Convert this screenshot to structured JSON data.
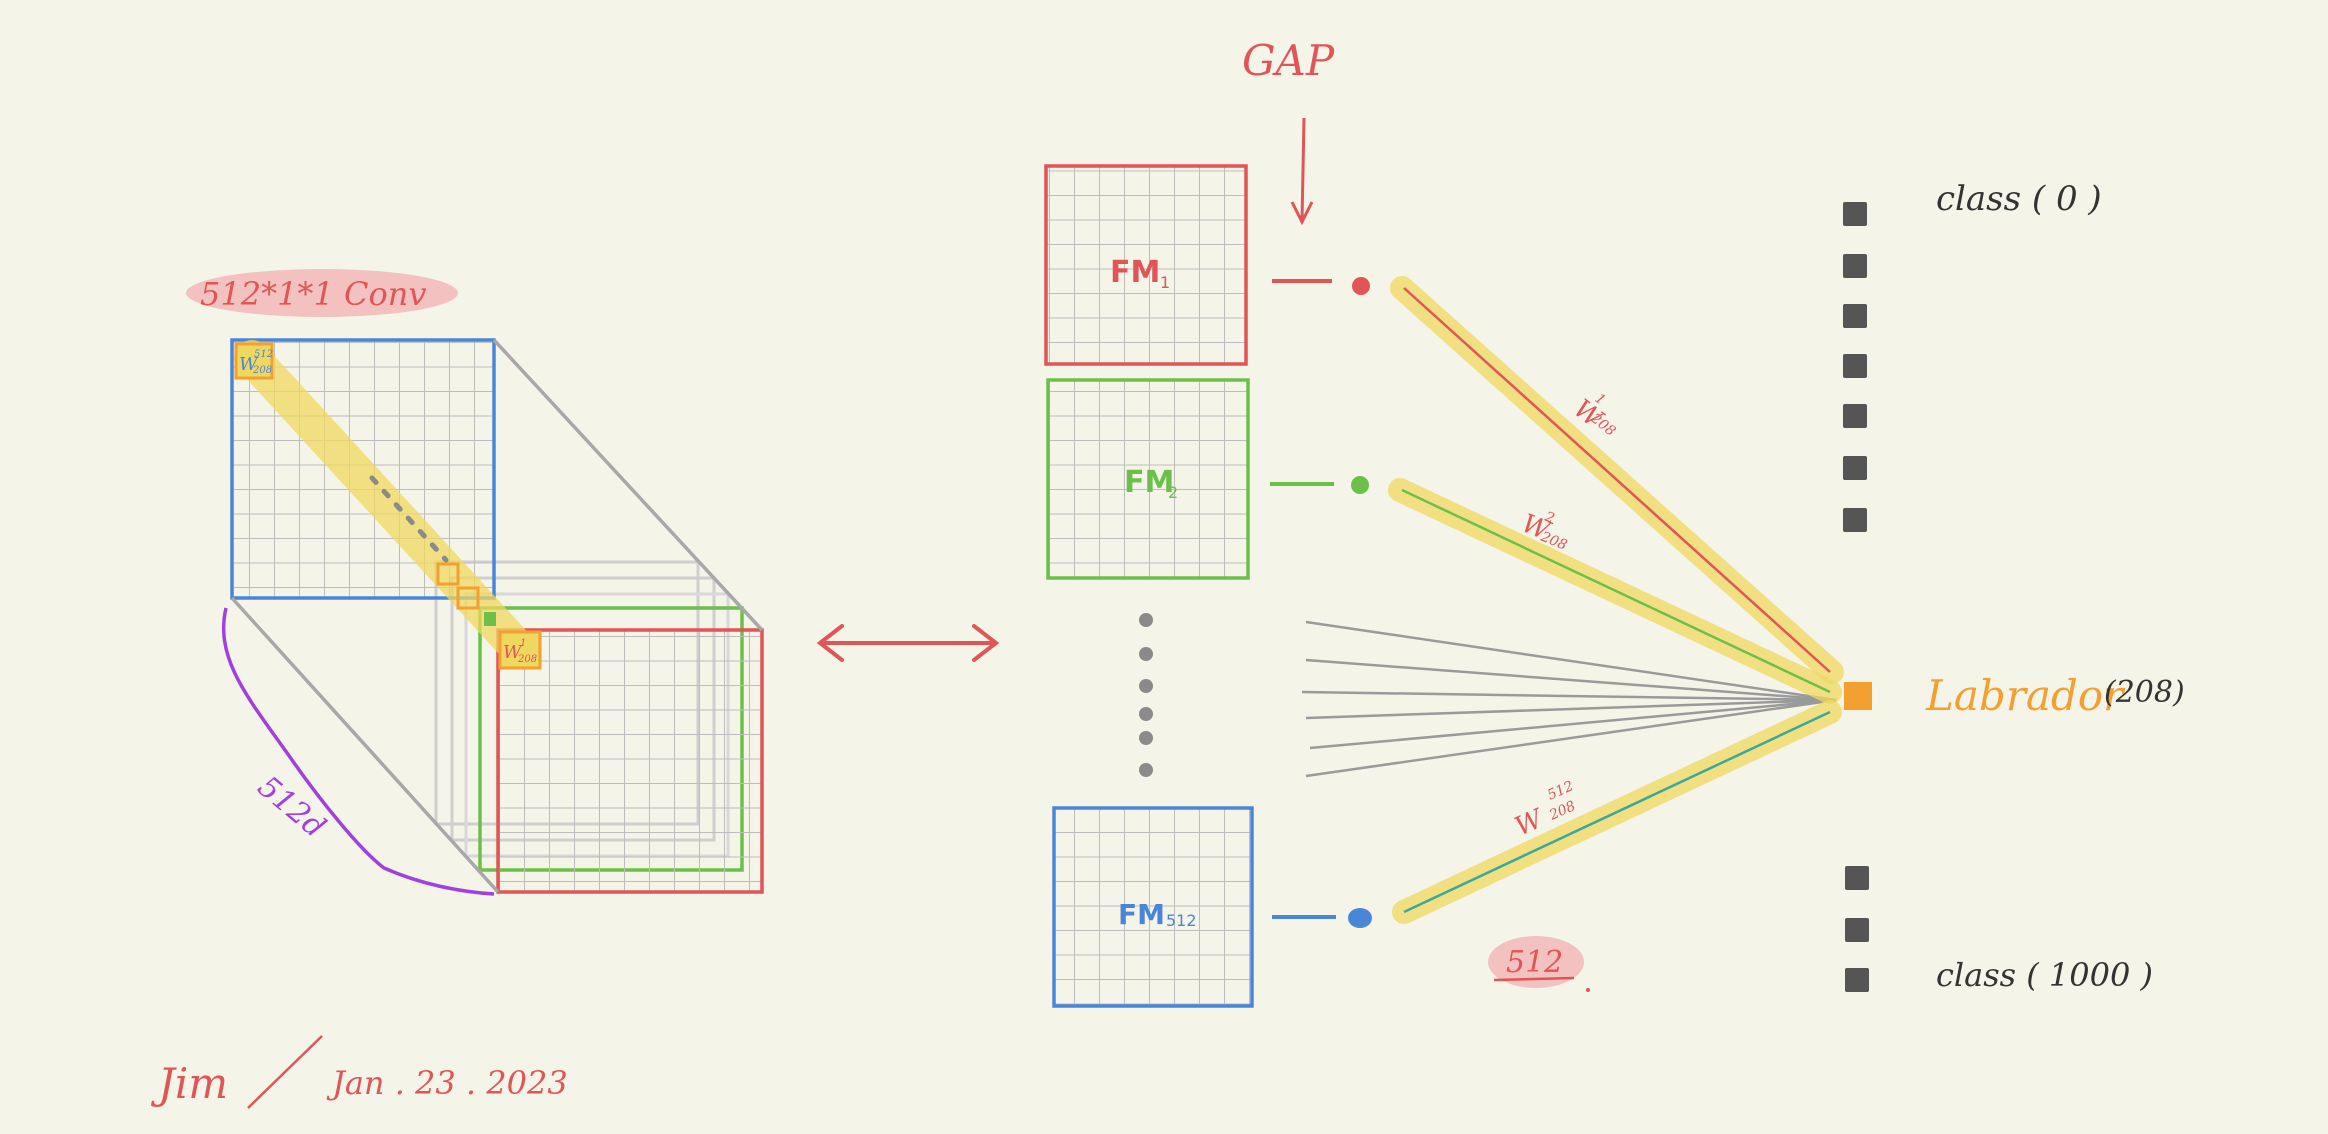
{
  "colors": {
    "background": "#f5f4e9",
    "red": "#e05555",
    "green": "#6cc04a",
    "blue": "#4a86d8",
    "gray": "#a8a8a8",
    "highlight_yellow": "#f0d860",
    "highlight_pink": "#f2b8b8",
    "orange": "#f4a030",
    "purple": "#a040e0",
    "dark": "#555555"
  },
  "left_conv": {
    "label": "512*1*1  Conv",
    "depth_label": "512d",
    "weight_top": {
      "base": "W",
      "sub": "208",
      "sup": "512"
    },
    "weight_bottom": {
      "base": "W",
      "sub": "208",
      "sup": "1"
    }
  },
  "gap_label": "GAP",
  "feature_maps": [
    {
      "base": "FM",
      "sub": "1",
      "color": "red"
    },
    {
      "base": "FM",
      "sub": "2",
      "color": "green"
    },
    {
      "base": "FM",
      "sub": "512",
      "color": "blue"
    }
  ],
  "weights": [
    {
      "base": "W",
      "sub": "208",
      "sup": "1"
    },
    {
      "base": "W",
      "sub": "208",
      "sup": "2"
    },
    {
      "base": "W",
      "sub": "208",
      "sup": "512"
    }
  ],
  "count_label": "512",
  "classes": {
    "first": "class ( 0 )",
    "target_name": "Labrador",
    "target_index": "(208)",
    "last": "class ( 1000 )"
  },
  "signature": {
    "author": "Jim",
    "date": "Jan . 23 . 2023"
  }
}
